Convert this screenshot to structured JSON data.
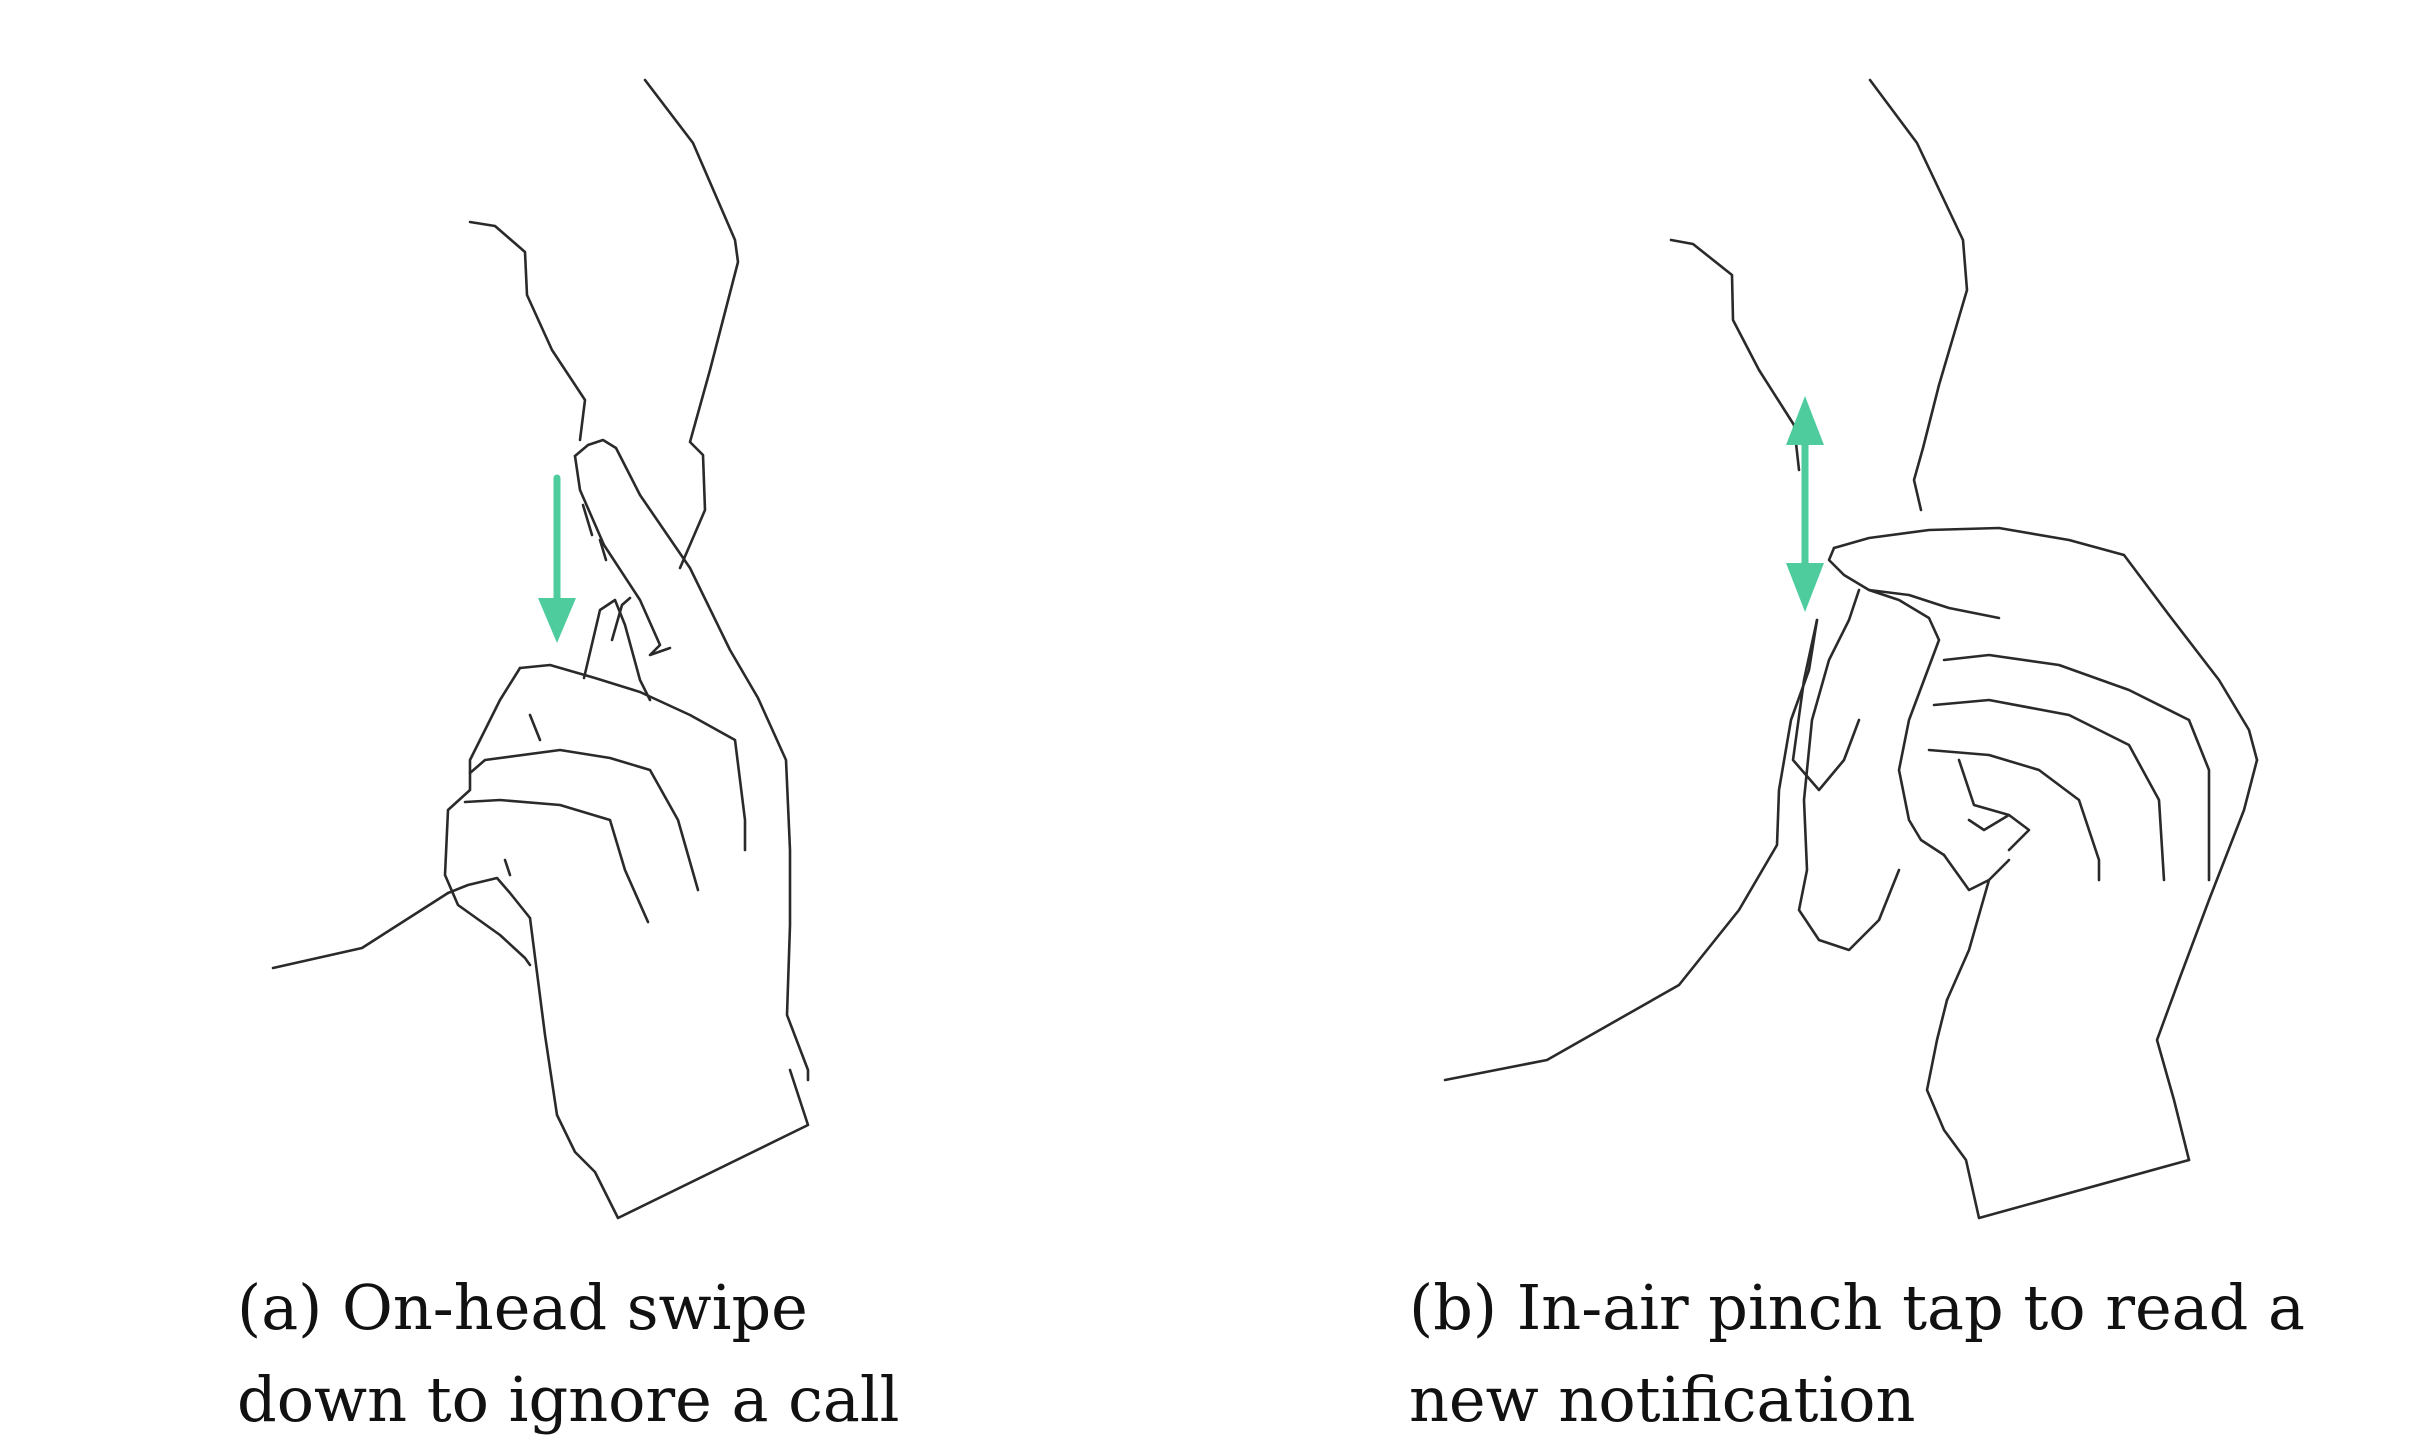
{
  "colors": {
    "arrow": "#4fcc9e",
    "line": "#2a2a2a"
  },
  "panels": [
    {
      "id": "a",
      "caption_line1": "(a)  On-head  swipe",
      "caption_line2": "down to ignore a call",
      "arrow": "down"
    },
    {
      "id": "b",
      "caption_line1": "(b) In-air pinch tap to read a",
      "caption_line2": "new notification",
      "arrow": "up-down"
    }
  ]
}
